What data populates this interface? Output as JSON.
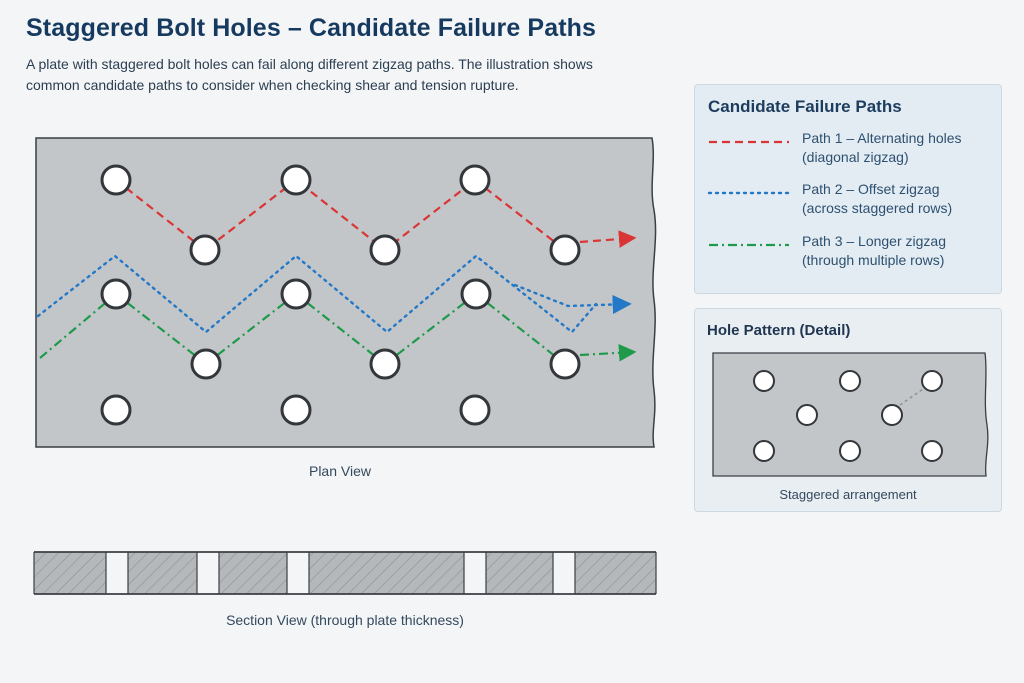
{
  "title": "Staggered Bolt Holes – Candidate Failure Paths",
  "intro": "A plate with staggered bolt holes can fail along different zigzag paths. The illustration shows common candidate paths to consider when checking shear and tension rupture.",
  "plan_caption": "Plan View",
  "section_caption": "Section View (through plate thickness)",
  "legend": {
    "title": "Candidate Failure Paths",
    "items": [
      {
        "line1": "Path 1 – Alternating holes",
        "line2": "(diagonal zigzag)",
        "color": "#d93535",
        "style": "dashed"
      },
      {
        "line1": "Path 2 – Offset zigzag",
        "line2": "(across staggered rows)",
        "color": "#2378c8",
        "style": "dotted"
      },
      {
        "line1": "Path 3 – Longer zigzag",
        "line2": "(through multiple rows)",
        "color": "#1e9a4a",
        "style": "dash-dot"
      }
    ]
  },
  "detail": {
    "title": "Hole Pattern (Detail)",
    "caption": "Staggered arrangement"
  },
  "colors": {
    "plate": "#c3c6c9",
    "plate_edge": "#3b3f44",
    "hole_stroke": "#33363a",
    "path1": "#d93535",
    "path2": "#2378c8",
    "path3": "#1e9a4a"
  }
}
